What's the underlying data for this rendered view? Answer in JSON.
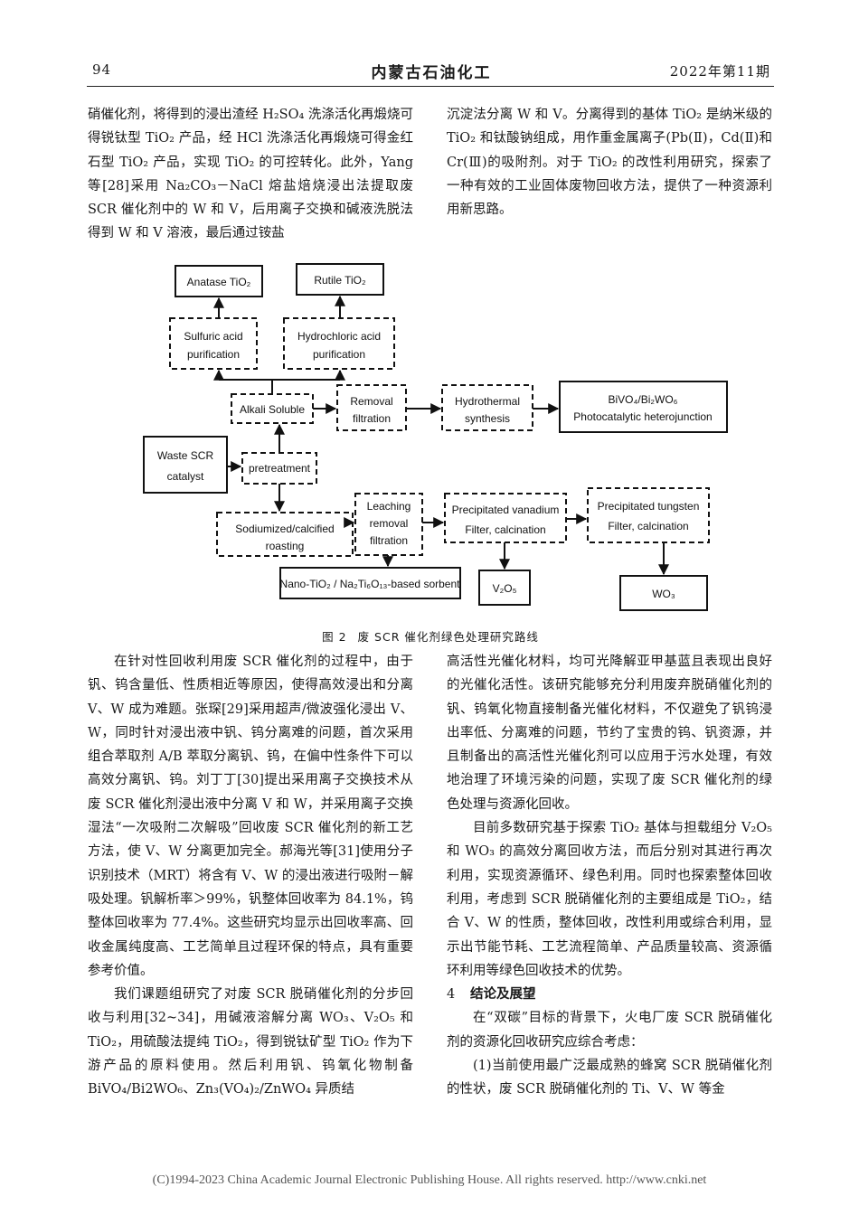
{
  "header": {
    "page_number": "94",
    "journal": "内蒙古石油化工",
    "issue": "2022年第11期"
  },
  "col1_top": [
    "硝催化剂，将得到的浸出渣经 H₂SO₄ 洗涤活化再煅烧可得锐钛型 TiO₂ 产品，经 HCl 洗涤活化再煅烧可得金红石型 TiO₂ 产品，实现 TiO₂ 的可控转化。此外，Yang 等[28]采用 Na₂CO₃－NaCl 熔盐焙烧浸出法提取废 SCR 催化剂中的 W 和 V，后用离子交换和碱液洗脱法得到 W 和 V 溶液，最后通过铵盐"
  ],
  "col2_top": [
    "沉淀法分离 W 和 V。分离得到的基体 TiO₂ 是纳米级的 TiO₂ 和钛酸钠组成，用作重金属离子(Pb(Ⅱ)，Cd(Ⅱ)和 Cr(Ⅲ)的吸附剂。对于 TiO₂ 的改性利用研究，探索了一种有效的工业固体废物回收方法，提供了一种资源利用新思路。"
  ],
  "figure": {
    "waste": [
      "Waste SCR",
      "catalyst"
    ],
    "pretreatment": "pretreatment",
    "alkali": "Alkali Soluble",
    "sulfuric": [
      "Sulfuric acid",
      "purification"
    ],
    "hydrochloric": [
      "Hydrochloric acid",
      "purification"
    ],
    "anatase": "Anatase TiO₂",
    "rutile": "Rutile TiO₂",
    "removal": [
      "Removal",
      "filtration"
    ],
    "hydrothermal": [
      "Hydrothermal",
      "synthesis"
    ],
    "bivo4": [
      "BiVO₄/Bi₂WO₆",
      "Photocatalytic heterojunction"
    ],
    "sodiumized": [
      "Sodiumized/calcified",
      "roasting"
    ],
    "leaching": [
      "Leaching",
      "removal",
      "filtration"
    ],
    "vanadium": [
      "Precipitated vanadium",
      "Filter, calcination"
    ],
    "tungsten": [
      "Precipitated tungsten",
      "Filter, calcination"
    ],
    "nano": "Nano-TiO₂ / Na₂Ti₆O₁₃-based sorbent",
    "v2o5": "V₂O₅",
    "wo3": "WO₃"
  },
  "caption": {
    "number": "图 2",
    "text": "废 SCR 催化剂绿色处理研究路线"
  },
  "col1_bottom": [
    "在针对性回收利用废 SCR 催化剂的过程中，由于钒、钨含量低、性质相近等原因，使得高效浸出和分离 V、W 成为难题。张琛[29]采用超声/微波强化浸出 V、W，同时针对浸出液中钒、钨分离难的问题，首次采用组合萃取剂 A/B 萃取分离钒、钨，在偏中性条件下可以高效分离钒、钨。刘丁丁[30]提出采用离子交换技术从废 SCR 催化剂浸出液中分离 V 和 W，并采用离子交换湿法“一次吸附二次解吸”回收废 SCR 催化剂的新工艺方法，使 V、W 分离更加完全。郝海光等[31]使用分子识别技术（MRT）将含有 V、W 的浸出液进行吸附－解吸处理。钒解析率＞99%，钒整体回收率为 84.1%，钨整体回收率为 77.4%。这些研究均显示出回收率高、回收金属纯度高、工艺简单且过程环保的特点，具有重要参考价值。",
    "我们课题组研究了对废 SCR 脱硝催化剂的分步回收与利用[32~34]，用碱液溶解分离 WO₃、V₂O₅ 和 TiO₂，用硫酸法提纯 TiO₂，得到锐钛矿型 TiO₂ 作为下游产品的原料使用。然后利用钒、钨氧化物制备 BiVO₄/Bi2WO₆、Zn₃(VO₄)₂/ZnWO₄ 异质结"
  ],
  "col2_bottom": [
    "高活性光催化材料，均可光降解亚甲基蓝且表现出良好的光催化活性。该研究能够充分利用废弃脱硝催化剂的钒、钨氧化物直接制备光催化材料，不仅避免了钒钨浸出率低、分离难的问题，节约了宝贵的钨、钒资源，并且制备出的高活性光催化剂可以应用于污水处理，有效地治理了环境污染的问题，实现了废 SCR 催化剂的绿色处理与资源化回收。",
    "目前多数研究基于探索 TiO₂ 基体与担载组分 V₂O₅ 和 WO₃ 的高效分离回收方法，而后分别对其进行再次利用，实现资源循环、绿色利用。同时也探索整体回收利用，考虑到 SCR 脱硝催化剂的主要组成是 TiO₂，结合 V、W 的性质，整体回收，改性利用或综合利用，显示出节能节耗、工艺流程简单、产品质量较高、资源循环利用等绿色回收技术的优势。"
  ],
  "section": {
    "number": "4",
    "title": "结论及展望"
  },
  "col2_end": [
    "在“双碳”目标的背景下，火电厂废 SCR 脱硝催化剂的资源化回收研究应综合考虑：",
    "(1)当前使用最广泛最成熟的蜂窝 SCR 脱硝催化剂的性状，废 SCR 脱硝催化剂的 Ti、V、W 等金"
  ],
  "footer": "(C)1994-2023 China Academic Journal Electronic Publishing House. All rights reserved.    http://www.cnki.net"
}
